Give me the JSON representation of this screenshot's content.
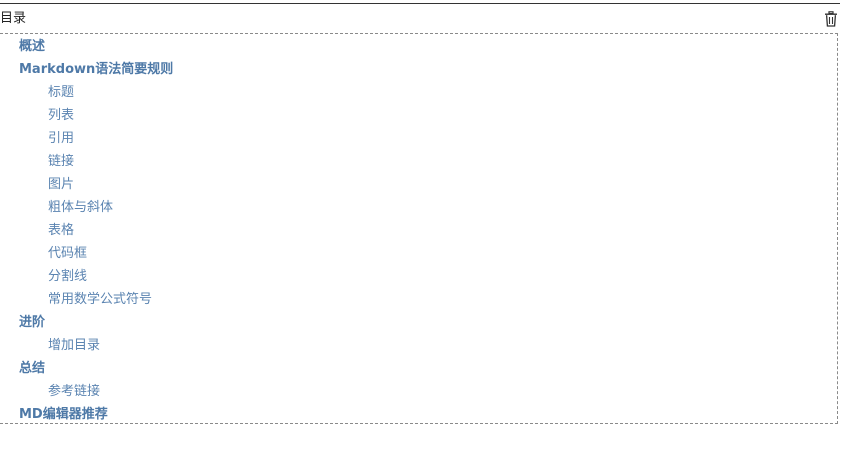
{
  "toc": {
    "title": "目录",
    "delete_icon": "trash-icon",
    "items": [
      {
        "level": 1,
        "label": "概述"
      },
      {
        "level": 1,
        "label": "Markdown语法简要规则"
      },
      {
        "level": 2,
        "label": "标题"
      },
      {
        "level": 2,
        "label": "列表"
      },
      {
        "level": 2,
        "label": "引用"
      },
      {
        "level": 2,
        "label": "链接"
      },
      {
        "level": 2,
        "label": "图片"
      },
      {
        "level": 2,
        "label": "粗体与斜体"
      },
      {
        "level": 2,
        "label": "表格"
      },
      {
        "level": 2,
        "label": "代码框"
      },
      {
        "level": 2,
        "label": "分割线"
      },
      {
        "level": 2,
        "label": "常用数学公式符号"
      },
      {
        "level": 1,
        "label": "进阶"
      },
      {
        "level": 2,
        "label": "增加目录"
      },
      {
        "level": 1,
        "label": "总结"
      },
      {
        "level": 2,
        "label": "参考链接"
      },
      {
        "level": 1,
        "label": "MD编辑器推荐"
      }
    ],
    "link_color": "#4e79a7"
  }
}
